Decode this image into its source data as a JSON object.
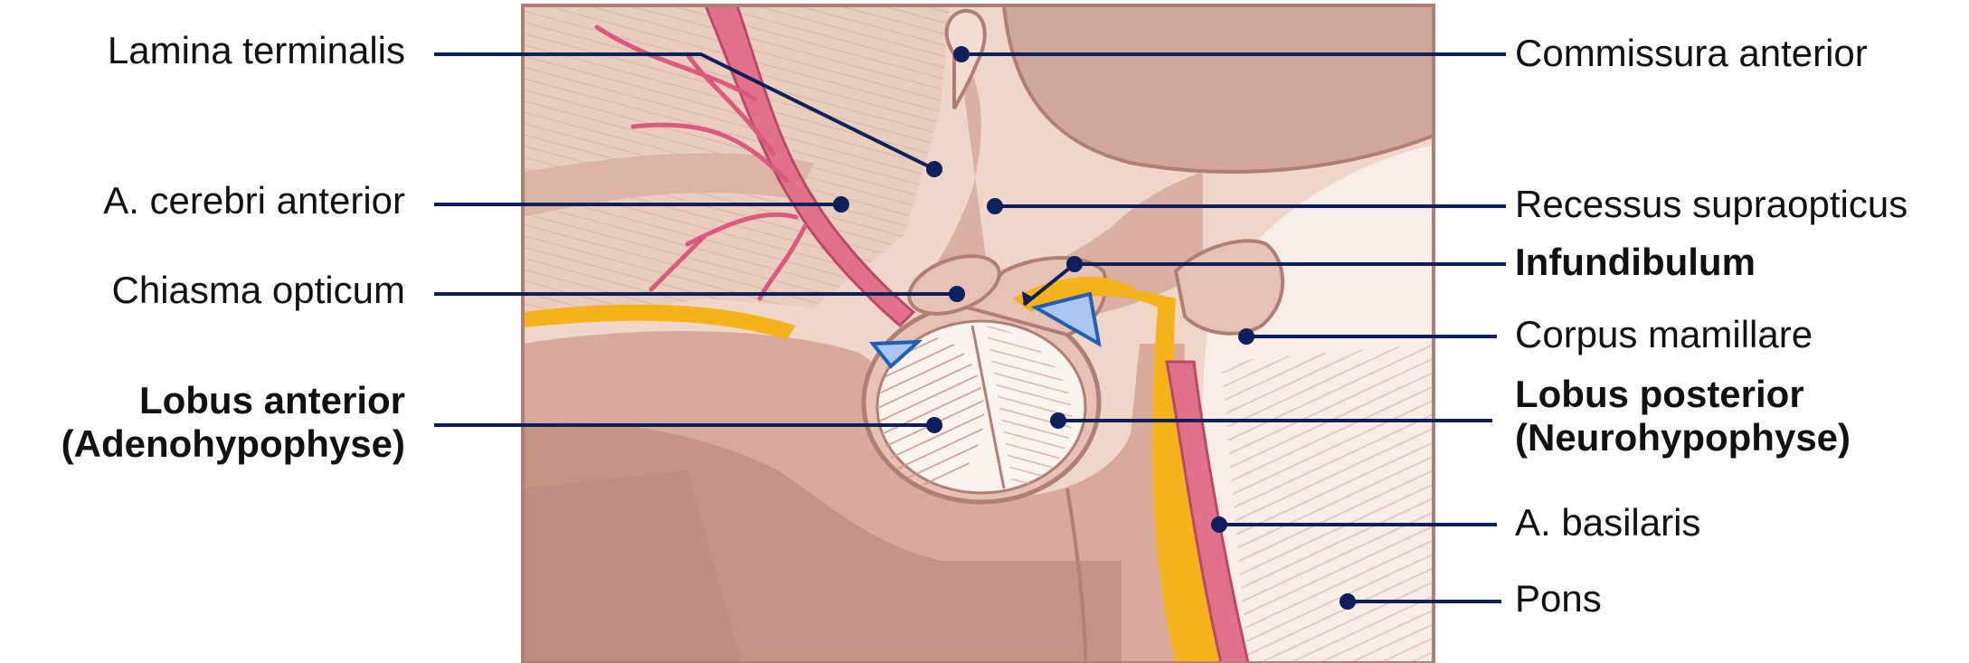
{
  "colors": {
    "leader_line": "#0d1f5c",
    "frame": "#b07f73",
    "tissue_base": "#efd2c3",
    "tissue_dark": "#cfa497",
    "bone": "#c49384",
    "artery": "#e2718b",
    "artery_dark": "#b84a66",
    "csf_orange": "#f4b31b",
    "ventricle_blue": "#a9c7f0",
    "gland_white": "#fbf3ee"
  },
  "labels": {
    "left": [
      {
        "id": "lamina-terminalis",
        "text": "Lamina terminalis",
        "bold": false
      },
      {
        "id": "a-cerebri-anterior",
        "text": "A. cerebri anterior",
        "bold": false
      },
      {
        "id": "chiasma-opticum",
        "text": "Chiasma opticum",
        "bold": false
      },
      {
        "id": "lobus-anterior",
        "text": "Lobus anterior\n(Adenohypophyse)",
        "bold": true
      }
    ],
    "right": [
      {
        "id": "commissura-anterior",
        "text": "Commissura anterior",
        "bold": false
      },
      {
        "id": "recessus-supraopticus",
        "text": "Recessus supraopticus",
        "bold": false
      },
      {
        "id": "infundibulum",
        "text": "Infundibulum",
        "bold": true
      },
      {
        "id": "corpus-mamillare",
        "text": "Corpus mamillare",
        "bold": false
      },
      {
        "id": "lobus-posterior",
        "text": "Lobus posterior\n(Neurohypophyse)",
        "bold": true
      },
      {
        "id": "a-basilaris",
        "text": "A. basilaris",
        "bold": false
      },
      {
        "id": "pons",
        "text": "Pons",
        "bold": false
      }
    ]
  }
}
